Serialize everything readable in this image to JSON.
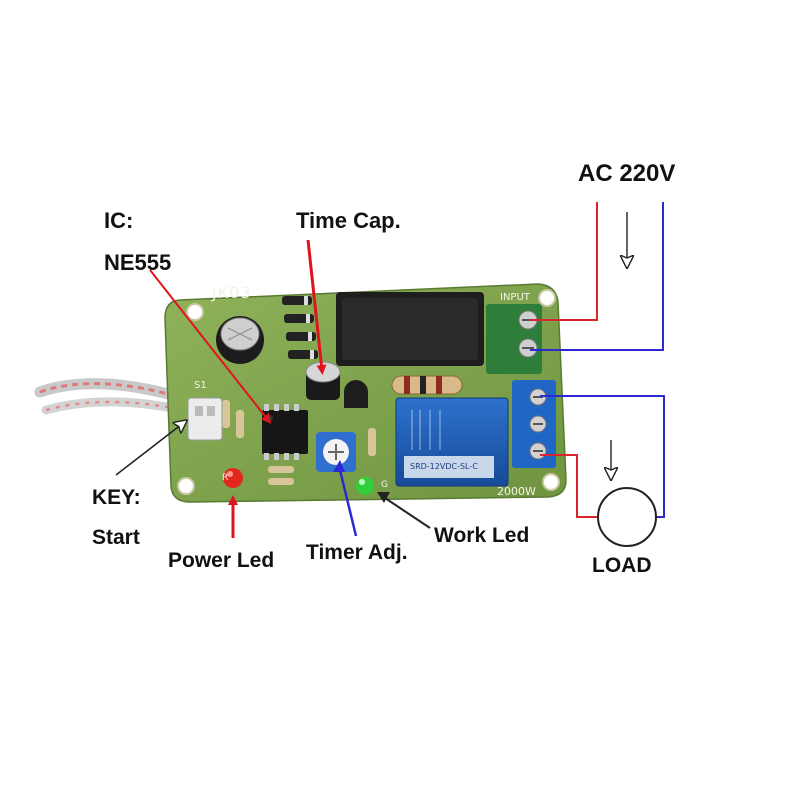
{
  "labels": {
    "key_line1": "KEY:",
    "key_line2": "Start",
    "ic_line1": "IC:",
    "ic_line2": "NE555",
    "time_cap": "Time Cap.",
    "ac_supply": "AC 220V",
    "power_led": "Power Led",
    "timer_adj": "Timer Adj.",
    "work_led": "Work Led",
    "load": "LOAD"
  },
  "board": {
    "model": "JK03",
    "input_marking": "INPUT",
    "power_marking": "2000W",
    "switch_marking": "S1",
    "led_r_marking": "R",
    "led_g_marking": "G",
    "relay_marking": "SRD-12VDC-SL-C"
  },
  "colors": {
    "label_text": "#111111",
    "arrow_red": "#e0141e",
    "wire_red": "#d8242c",
    "wire_blue": "#2a2ad0",
    "pcb_green": "#7fa24a",
    "relay_blue": "#1e5fb8",
    "terminal_green": "#2f7d3a"
  }
}
